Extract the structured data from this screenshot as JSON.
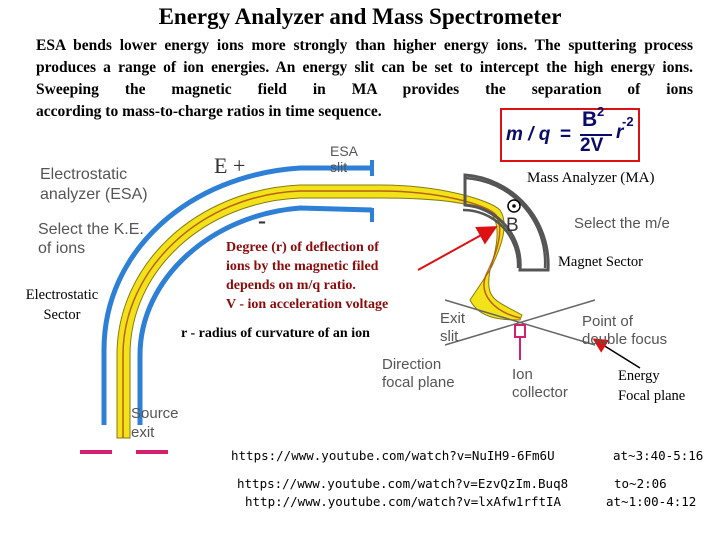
{
  "title": "Energy Analyzer and Mass Spectrometer",
  "intro": {
    "line1": "ESA bends lower energy ions more strongly than higher energy ions. The sputtering",
    "line2": "process produces a range of ion energies. An energy slit can be set to intercept the high",
    "line3": "energy ions. Sweeping the magnetic field in MA provides the separation of ions",
    "line4": "according to mass-to-charge ratios in time sequence."
  },
  "equation": {
    "lhs": "m / q",
    "eq": "=",
    "num": "B",
    "num_exp": "2",
    "den": "2V",
    "r": "r",
    "r_exp": "-2"
  },
  "labels": {
    "e_plus": "E +",
    "minus": "-",
    "esa_slit_1": "ESA",
    "esa_slit_2": "slit",
    "esa_1": "Electrostatic",
    "esa_2": "analyzer (ESA)",
    "select_ke_1": "Select the K.E.",
    "select_ke_2": "of ions",
    "sector_1": "Electrostatic",
    "sector_2": "Sector",
    "mass_analyzer": "Mass Analyzer (MA)",
    "b_symbol": "B",
    "select_me": "Select the m/e",
    "magnet_sector": "Magnet Sector",
    "exit_slit_1": "Exit",
    "exit_slit_2": "slit",
    "double_focus_1": "Point of",
    "double_focus_2": "double focus",
    "direction_1": "Direction",
    "direction_2": "focal plane",
    "ion_collector_1": "Ion",
    "ion_collector_2": "collector",
    "energy_focal_1": "Energy",
    "energy_focal_2": "Focal plane",
    "source_exit_1": "Source",
    "source_exit_2": "exit"
  },
  "deflection": {
    "line1": "Degree (r) of deflection of",
    "line2": "ions by the magnetic filed",
    "line3": "depends on m/q ratio.",
    "line4": "V - ion acceleration voltage",
    "line5": "r - radius of curvature of an ion"
  },
  "links": [
    {
      "url": "https://www.youtube.com/watch?v=NuIH9-6Fm6U",
      "time": "at~3:40-5:16"
    },
    {
      "url": "https://www.youtube.com/watch?v=EzvQzIm.Buq8",
      "time": "to~2:06"
    },
    {
      "url": "http://www.youtube.com/watch?v=lxAfw1rftIA",
      "time": "at~1:00-4:12"
    }
  ],
  "colors": {
    "beam": "#f2e21a",
    "beam_edge": "#8a7a10",
    "plate": "#2e7fd6",
    "slit": "#d4206e",
    "arrow": "#d11"
  }
}
